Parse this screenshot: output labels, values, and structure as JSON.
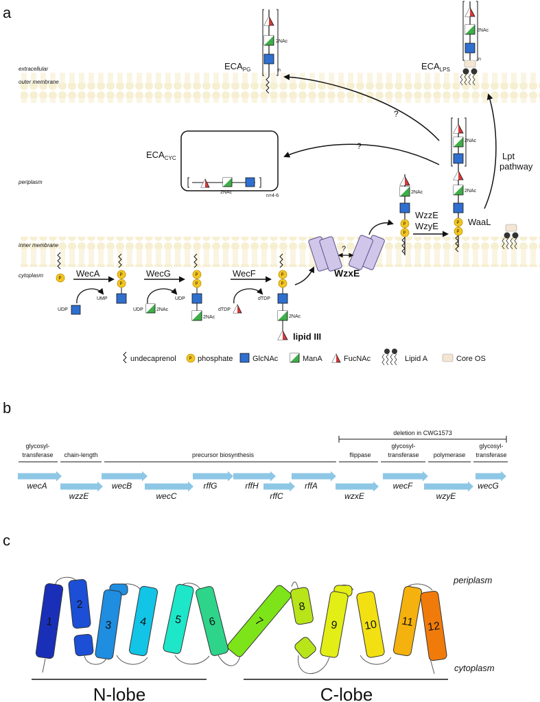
{
  "panels": {
    "a": "a",
    "b": "b",
    "c": "c"
  },
  "panel_a": {
    "compartments": {
      "extracellular": "extracellular",
      "outer_membrane": "outer membrane",
      "periplasm": "periplasm",
      "inner_membrane": "inner membrane",
      "cytoplasm": "cytoplasm"
    },
    "eca_pg": {
      "main": "ECA",
      "sub": "PG"
    },
    "eca_lps": {
      "main": "ECA",
      "sub": "LPS"
    },
    "eca_cyc": {
      "main": "ECA",
      "sub": "CYC"
    },
    "n": "n",
    "n_range": "n=4-6",
    "question": "?",
    "two_nac": "2NAc",
    "enzymes": {
      "weca": "WecA",
      "wecg": "WecG",
      "wecf": "WecF",
      "wzxe": "WzxE",
      "wzze": "WzzE",
      "wzye": "WzyE",
      "waal": "WaaL"
    },
    "lpt_line1": "Lpt",
    "lpt_line2": "pathway",
    "udp": "UDP",
    "ump": "UMP",
    "dtdp": "dTDP",
    "lipid_iii": "lipid III",
    "p": "P",
    "legend": {
      "undecaprenol": "undecaprenol",
      "phosphate": "phosphate",
      "glcnac": "GlcNAc",
      "mana": "ManA",
      "fucnac": "FucNAc",
      "lipid_a": "Lipid A",
      "core_os": "Core OS"
    },
    "colors": {
      "membrane": "#f6efd2",
      "glcnac": "#2f6fcf",
      "mana": "#3fae49",
      "fucnac": "#d93a3a",
      "phosphate": "#f3c521",
      "core_os": "#f5e6d3",
      "transporter": "#cfc6ea"
    }
  },
  "panel_b": {
    "deletion": "deletion in CWG1573",
    "functions": {
      "f1a": "glycosyl-",
      "f1b": "transferase",
      "f2": "chain-length",
      "f3": "precursor biosynthesis",
      "f4": "flippase",
      "f5a": "glycosyl-",
      "f5b": "transferase",
      "f6": "polymerase",
      "f7a": "glycosyl-",
      "f7b": "transferase"
    },
    "genes": [
      "wecA",
      "wzzE",
      "wecB",
      "wecC",
      "rffG",
      "rffH",
      "rffC",
      "rffA",
      "wzxE",
      "wecF",
      "wzyE",
      "wecG"
    ],
    "arrow_color": "#8ec7e6"
  },
  "panel_c": {
    "periplasm": "periplasm",
    "cytoplasm": "cytoplasm",
    "n_lobe": "N-lobe",
    "c_lobe": "C-lobe",
    "helices": [
      "1",
      "2",
      "3",
      "4",
      "5",
      "6",
      "7",
      "8",
      "9",
      "10",
      "11",
      "12"
    ],
    "helix_colors": [
      "#1a2fb8",
      "#1c4fd6",
      "#1f8de0",
      "#12c4e6",
      "#1ee6c8",
      "#2ed48a",
      "#7ee41a",
      "#b8e41a",
      "#e2ee16",
      "#f2e012",
      "#f5b20e",
      "#f07b0a"
    ]
  }
}
